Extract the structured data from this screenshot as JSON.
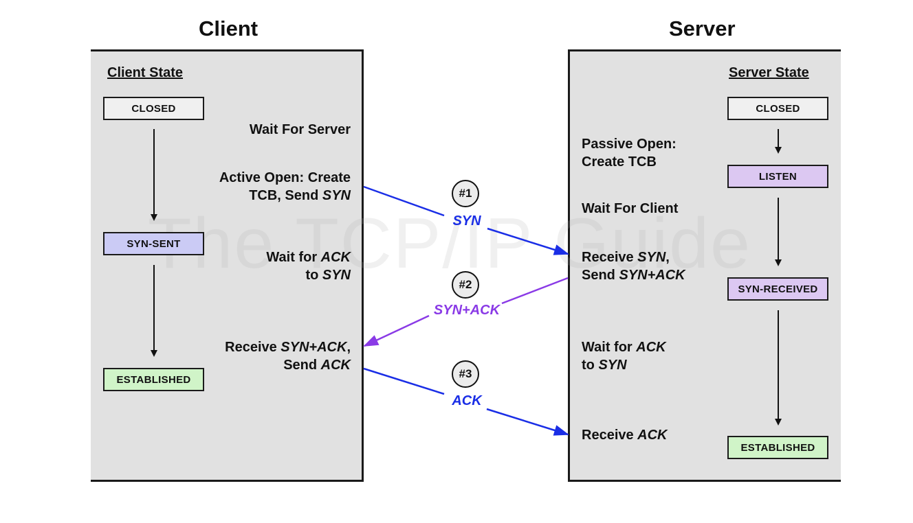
{
  "client": {
    "title": "Client",
    "state_heading": "Client State",
    "states": [
      "CLOSED",
      "SYN-SENT",
      "ESTABLISHED"
    ],
    "labels": {
      "wait_for_server": "Wait For Server",
      "active_open_line1": "Active Open: Create",
      "active_open_line2_prefix": "TCB, Send ",
      "active_open_line2_em": "SYN",
      "wait_ack_line1_prefix": "Wait for ",
      "wait_ack_line1_em": "ACK",
      "wait_ack_line2_prefix": "to ",
      "wait_ack_line2_em": "SYN",
      "receive_synack_line1_prefix": "Receive ",
      "receive_synack_line1_em": "SYN+ACK",
      "receive_synack_line1_suffix": ",",
      "receive_synack_line2_prefix": "Send ",
      "receive_synack_line2_em": "ACK"
    }
  },
  "server": {
    "title": "Server",
    "state_heading": "Server State",
    "states": [
      "CLOSED",
      "LISTEN",
      "SYN-RECEIVED",
      "ESTABLISHED"
    ],
    "labels": {
      "passive_open_line1": "Passive Open:",
      "passive_open_line2": "Create TCB",
      "wait_for_client": "Wait For Client",
      "receive_syn_line1_prefix": "Receive ",
      "receive_syn_line1_em": "SYN",
      "receive_syn_line1_suffix": ",",
      "receive_syn_line2_prefix": "Send ",
      "receive_syn_line2_em": "SYN+ACK",
      "wait_ack_line1_prefix": "Wait for ",
      "wait_ack_line1_em": "ACK",
      "wait_ack_line2_prefix": "to ",
      "wait_ack_line2_em": "SYN",
      "receive_ack_prefix": "Receive ",
      "receive_ack_em": "ACK"
    }
  },
  "messages": [
    {
      "number": "#1",
      "label": "SYN",
      "color": "#1a2ee6"
    },
    {
      "number": "#2",
      "label": "SYN+ACK",
      "color": "#8a3ae6"
    },
    {
      "number": "#3",
      "label": "ACK",
      "color": "#1a2ee6"
    }
  ],
  "watermark": "The TCP/IP Guide",
  "colors": {
    "panel": "#e1e1e1",
    "closed": "#f0f0f0",
    "listen_synreceived": "#dcc8f2",
    "synsent": "#cbcbf5",
    "established": "#d0f4c8"
  }
}
